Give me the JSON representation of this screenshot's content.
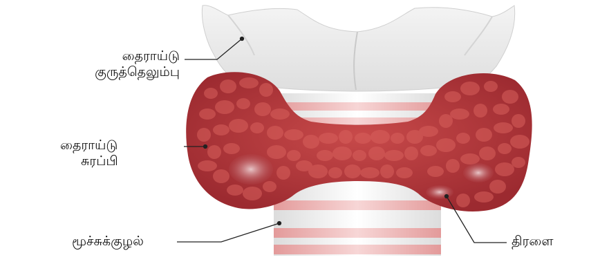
{
  "labels": {
    "cartilage": {
      "line1": "தைராய்டு",
      "line2": "குருத்தெலும்பு"
    },
    "gland": {
      "line1": "தைராய்டு",
      "line2": "சுரப்பி"
    },
    "trachea": {
      "text": "மூச்சுக்குழல்"
    },
    "nodule": {
      "text": "திரளை"
    }
  },
  "colors": {
    "cartilage": "#e9e9e9",
    "gland": "#b2373a",
    "gland_light": "#d96a66",
    "trachea_ring": "#f2c9c9",
    "trachea_band": "#ffffff",
    "leader_line": "#222222"
  }
}
